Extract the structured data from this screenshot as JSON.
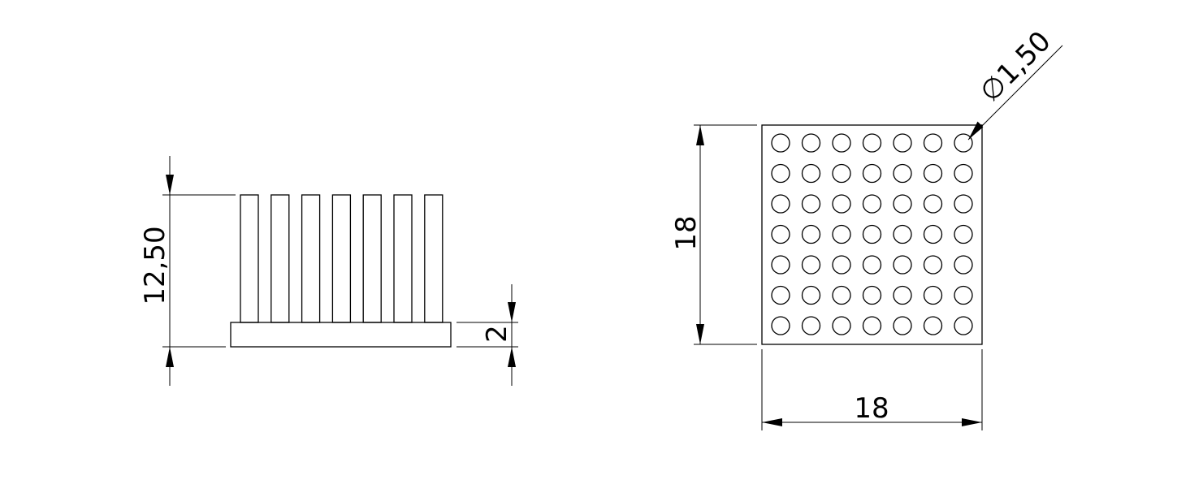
{
  "side_view": {
    "height_dim": "12,50",
    "base_dim": "2",
    "fin_count": 7
  },
  "top_view": {
    "height_dim": "18",
    "width_dim": "18",
    "pin_diameter_dim": "∅1,50",
    "pin_rows": 7,
    "pin_cols": 7
  }
}
